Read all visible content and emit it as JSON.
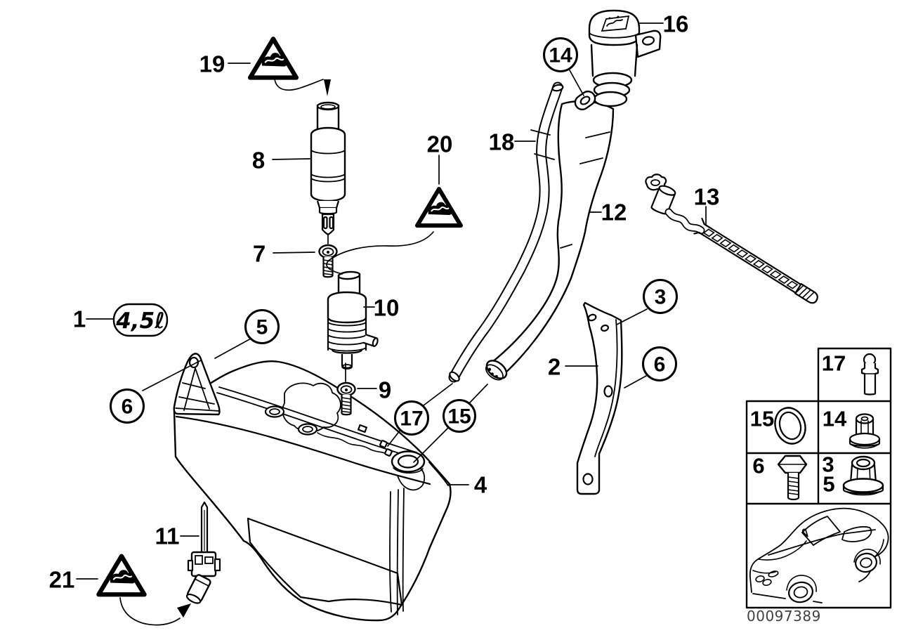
{
  "colors": {
    "background": "#ffffff",
    "line": "#000000",
    "label_text": "#000000",
    "part_number_text": "#414141"
  },
  "capacity_badge": "4,5ℓ",
  "part_number": "00097389",
  "labels": {
    "l1": "1",
    "l2": "2",
    "l4": "4",
    "l7": "7",
    "l8": "8",
    "l9": "9",
    "l10": "10",
    "l11": "11",
    "l12": "12",
    "l13": "13",
    "l16": "16",
    "l18": "18",
    "l19": "19",
    "l20": "20",
    "l21": "21"
  },
  "circled": {
    "c3": "3",
    "c5": "5",
    "c6_left": "6",
    "c6_right": "6",
    "c14": "14",
    "c15": "15",
    "c17": "17"
  },
  "inset": {
    "cell_17": "17",
    "cell_15": "15",
    "cell_14": "14",
    "cell_6": "6",
    "cell_3": "3",
    "cell_5": "5"
  }
}
